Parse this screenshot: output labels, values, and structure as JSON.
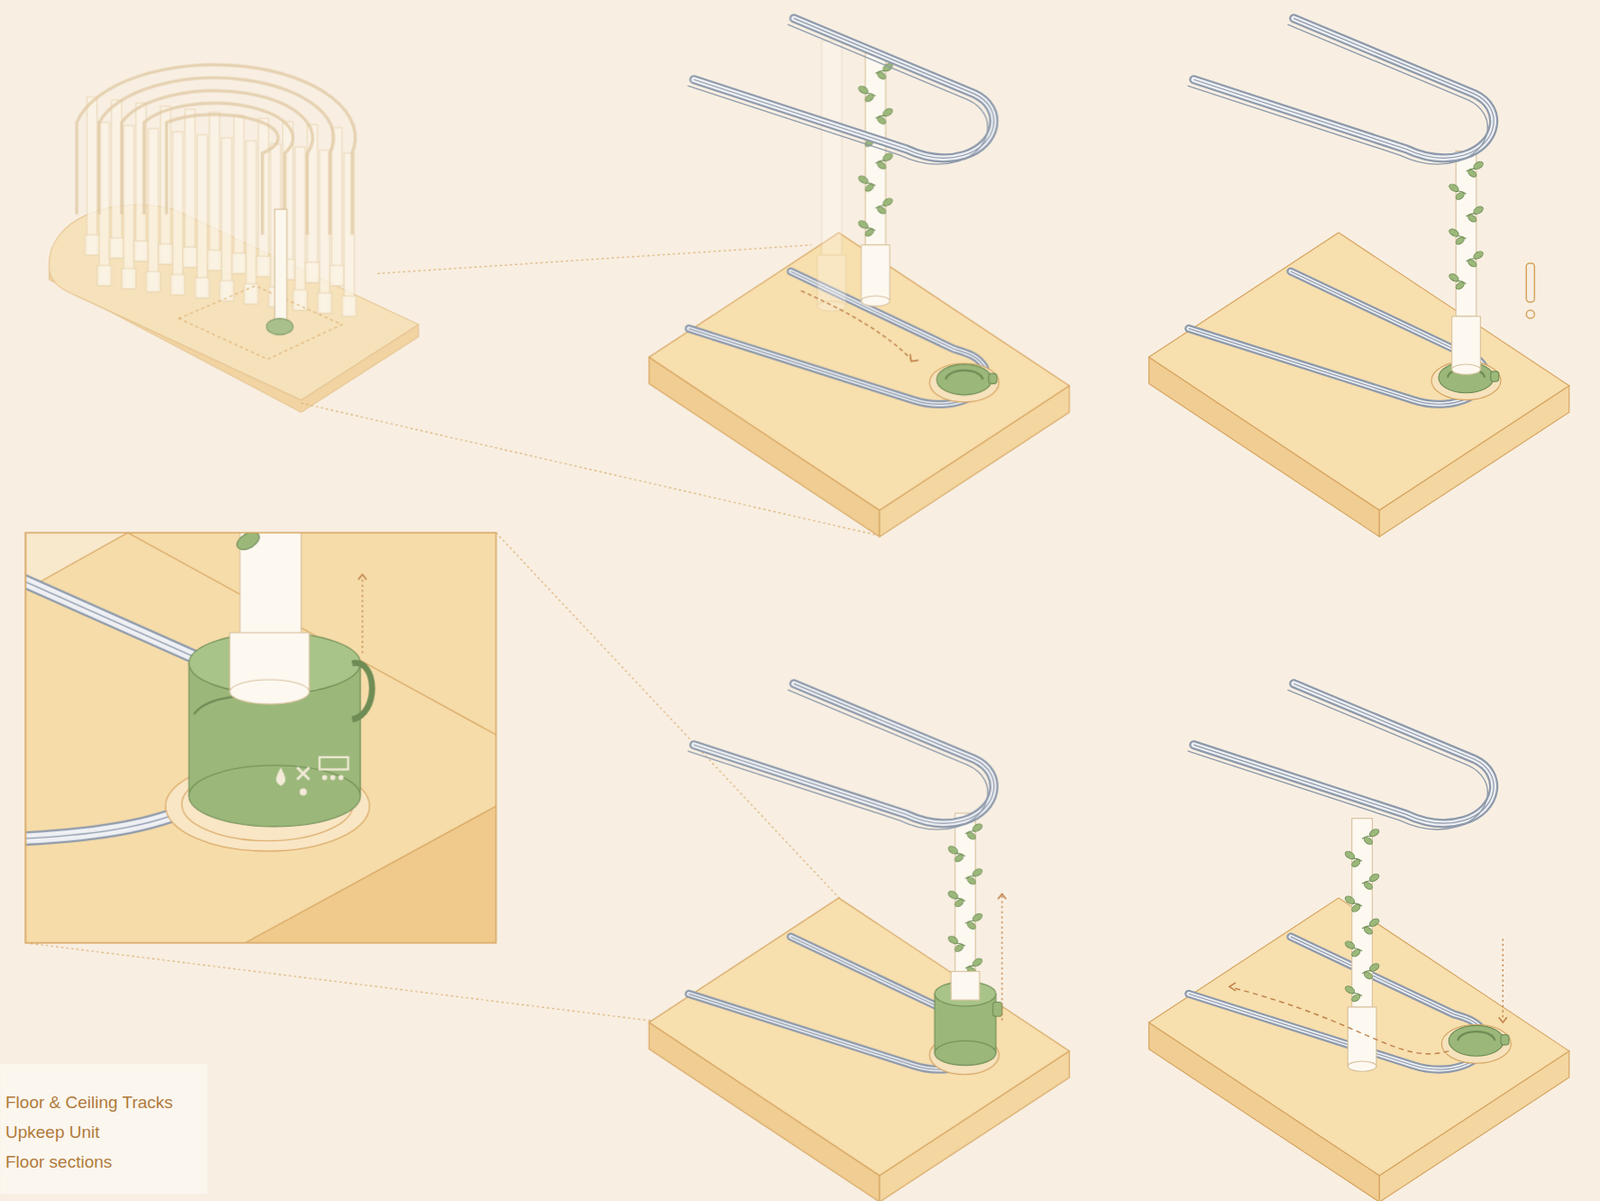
{
  "diagram": {
    "labels": [
      "Floor & Ceiling Tracks",
      "Upkeep Unit",
      "Floor sections"
    ]
  }
}
